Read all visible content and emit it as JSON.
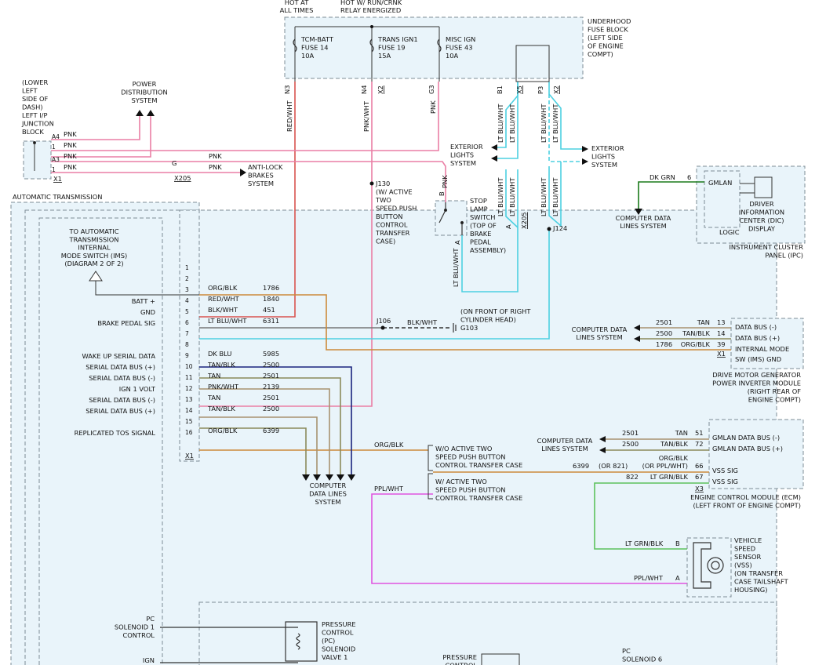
{
  "header": {
    "hot_at_all_times": [
      "HOT AT",
      "ALL TIMES"
    ],
    "hot_run_crank": [
      "HOT W/ RUN/CRNK",
      "RELAY ENERGIZED"
    ]
  },
  "fuse_block": {
    "title": [
      "UNDERHOOD",
      "FUSE BLOCK",
      "(LEFT SIDE",
      "OF ENGINE",
      "COMPT)"
    ],
    "fuses": [
      [
        "TCM-BATT",
        "FUSE 14",
        "10A"
      ],
      [
        "TRANS IGN1",
        "FUSE 19",
        "15A"
      ],
      [
        "MISC IGN",
        "FUSE 43",
        "10A"
      ]
    ],
    "pins": [
      "N3",
      "N4",
      "X2",
      "G3",
      "B1",
      "X5",
      "P3",
      "X2"
    ]
  },
  "junction_block": {
    "title": [
      "(LOWER",
      "LEFT",
      "SIDE OF",
      "DASH)",
      "LEFT I/P",
      "JUNCTION",
      "BLOCK"
    ],
    "pins": [
      "A4",
      "1",
      "A3",
      "1"
    ],
    "connector": "X1"
  },
  "power_distribution": [
    "POWER",
    "DISTRIBUTION",
    "SYSTEM"
  ],
  "anti_lock": [
    "ANTI-LOCK",
    "BRAKES",
    "SYSTEM"
  ],
  "g_pin": "G",
  "x205": "X205",
  "j130": [
    "J130",
    "(W/ ACTIVE",
    "TWO",
    "SPEED PUSH",
    "BUTTON",
    "CONTROL",
    "TRANSFER",
    "CASE)"
  ],
  "stop_lamp": {
    "label": [
      "STOP",
      "LAMP",
      "SWITCH",
      "(TOP OF",
      "BRAKE",
      "PEDAL",
      "ASSEMBLY)"
    ],
    "pins": [
      "B",
      "A"
    ]
  },
  "exterior_lights": [
    "EXTERIOR",
    "LIGHTS",
    "SYSTEM"
  ],
  "j124": "J124",
  "wires": {
    "red_wht": "RED/WHT",
    "pnk_wht": "PNK/WHT",
    "pnk": "PNK",
    "lt_blu_wht": "LT BLU/WHT",
    "dk_grn": "DK GRN",
    "blk_wht": "BLK/WHT",
    "org_blk": "ORG/BLK",
    "ppl_wht": "PPL/WHT",
    "lt_grn_blk": "LT GRN/BLK"
  },
  "ipc": {
    "pin": "6",
    "gmlan": "GMLAN",
    "logic": "LOGIC",
    "dic": [
      "DRIVER",
      "INFORMATION",
      "CENTER (DIC)",
      "DISPLAY"
    ],
    "title": [
      "INSTRUMENT CLUSTER",
      "PANEL (IPC)"
    ]
  },
  "computer_data_lines": [
    "COMPUTER DATA",
    "LINES SYSTEM"
  ],
  "automatic_transmission": {
    "title": "AUTOMATIC TRANSMISSION",
    "ims_note": [
      "TO AUTOMATIC",
      "TRANSMISSION",
      "INTERNAL",
      "MODE SWITCH (IMS)",
      "(DIAGRAM 2 OF 2)"
    ],
    "connector": "X1",
    "pins": [
      {
        "num": "1",
        "label": "",
        "color": "",
        "circuit": ""
      },
      {
        "num": "2",
        "label": "",
        "color": "",
        "circuit": ""
      },
      {
        "num": "3",
        "label": "",
        "color": "ORG/BLK",
        "circuit": "1786"
      },
      {
        "num": "4",
        "label": "BATT +",
        "color": "RED/WHT",
        "circuit": "1840"
      },
      {
        "num": "5",
        "label": "GND",
        "color": "BLK/WHT",
        "circuit": "451"
      },
      {
        "num": "6",
        "label": "BRAKE PEDAL SIG",
        "color": "LT BLU/WHT",
        "circuit": "6311"
      },
      {
        "num": "7",
        "label": "",
        "color": "",
        "circuit": ""
      },
      {
        "num": "8",
        "label": "",
        "color": "",
        "circuit": ""
      },
      {
        "num": "9",
        "label": "WAKE UP SERIAL DATA",
        "color": "DK BLU",
        "circuit": "5985"
      },
      {
        "num": "10",
        "label": "SERIAL DATA BUS (+)",
        "color": "TAN/BLK",
        "circuit": "2500"
      },
      {
        "num": "11",
        "label": "SERIAL DATA BUS (-)",
        "color": "TAN",
        "circuit": "2501"
      },
      {
        "num": "12",
        "label": "IGN 1 VOLT",
        "color": "PNK/WHT",
        "circuit": "2139"
      },
      {
        "num": "13",
        "label": "SERIAL DATA BUS (-)",
        "color": "TAN",
        "circuit": "2501"
      },
      {
        "num": "14",
        "label": "SERIAL DATA BUS (+)",
        "color": "TAN/BLK",
        "circuit": "2500"
      },
      {
        "num": "15",
        "label": "",
        "color": "",
        "circuit": ""
      },
      {
        "num": "16",
        "label": "REPLICATED TOS SIGNAL",
        "color": "ORG/BLK",
        "circuit": "6399"
      }
    ]
  },
  "j106": "J106",
  "ground": [
    "(ON FRONT OF RIGHT",
    "CYLINDER HEAD)",
    "G103"
  ],
  "computer_data_lines_system": [
    "COMPUTER",
    "DATA LINES",
    "SYSTEM"
  ],
  "transfer_case_options": {
    "without": [
      "W/O ACTIVE TWO",
      "SPEED PUSH BUTTON",
      "CONTROL TRANSFER CASE"
    ],
    "with": [
      "W/ ACTIVE TWO",
      "SPEED PUSH BUTTON",
      "CONTROL TRANSFER CASE"
    ]
  },
  "dmgpim": {
    "rows": [
      {
        "circuit": "2501",
        "color": "TAN",
        "pin": "13",
        "label": "DATA BUS (-)"
      },
      {
        "circuit": "2500",
        "color": "TAN/BLK",
        "pin": "14",
        "label": "DATA BUS (+)"
      },
      {
        "circuit": "1786",
        "color": "ORG/BLK",
        "pin": "39",
        "label": "INTERNAL MODE"
      }
    ],
    "label_extra": "SW (IMS) GND",
    "connector": "X1",
    "title": [
      "DRIVE MOTOR GENERATOR",
      "POWER INVERTER MODULE",
      "(RIGHT REAR OF",
      "ENGINE COMPT)"
    ]
  },
  "ecm": {
    "rows": [
      {
        "circuit": "2501",
        "color": "TAN",
        "pin": "51",
        "label": "GMLAN DATA BUS (-)"
      },
      {
        "circuit": "2500",
        "color": "TAN/BLK",
        "pin": "72",
        "label": "GMLAN DATA BUS (+)"
      }
    ],
    "vss_rows": [
      {
        "circuit": "6399",
        "alt": "(OR 821)",
        "color": "(OR PPL/WHT)",
        "pin": "66",
        "label": "VSS SIG"
      },
      {
        "circuit": "822",
        "alt": "",
        "color": "LT GRN/BLK",
        "pin": "67",
        "label": "VSS SIG"
      }
    ],
    "connector": "X3",
    "title": [
      "ENGINE CONTROL MODULE (ECM)",
      "(LEFT FRONT OF ENGINE COMPT)"
    ]
  },
  "vss": {
    "label": [
      "VEHICLE",
      "SPEED",
      "SENSOR",
      "(VSS)",
      "(ON TRANSFER",
      "CASE TAILSHAFT",
      "HOUSING)"
    ],
    "pins": [
      "B",
      "A"
    ]
  },
  "solenoids": {
    "pc1_left": [
      "PC",
      "SOLENOID 1",
      "CONTROL"
    ],
    "ign": "IGN",
    "pc1": [
      "PRESSURE",
      "CONTROL",
      "(PC)",
      "SOLENOID",
      "VALVE 1"
    ],
    "pc_bottom": [
      "PRESSURE",
      "CONTROL"
    ],
    "pc6": [
      "PC",
      "SOLENOID 6"
    ]
  }
}
